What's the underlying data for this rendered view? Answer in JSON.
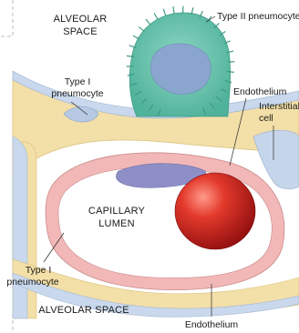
{
  "labels": {
    "alveolar_space_top_line1": "ALVEOLAR",
    "alveolar_space_top_line2": "SPACE",
    "type2_pneumocyte": "Type II pneumocyte",
    "type1_pneumocyte_top_line1": "Type I",
    "type1_pneumocyte_top_line2": "pneumocyte",
    "endothelium_top": "Endothelium",
    "interstitial_cell_line1": "Interstitial",
    "interstitial_cell_line2": "cell",
    "capillary_lumen_line1": "CAPILLARY",
    "capillary_lumen_line2": "LUMEN",
    "type1_pneumocyte_bottom_line1": "Type I",
    "type1_pneumocyte_bottom_line2": "pneumocyte",
    "alveolar_space_bottom": "ALVEOLAR SPACE",
    "endothelium_bottom": "Endothelium"
  },
  "colors": {
    "background": "#ffffff",
    "basement_membrane": "#f3dfa8",
    "type1_cell": "#c9d8ec",
    "endothelial_cell": "#f2b8b8",
    "interstitial_cell": "#c6d6ea",
    "pericyte_nucleus": "#8f8fc8",
    "type2_cell": "#67c0ad",
    "type2_nucleus": "#8aa6cf",
    "red_blood_cell": "#d62424"
  }
}
